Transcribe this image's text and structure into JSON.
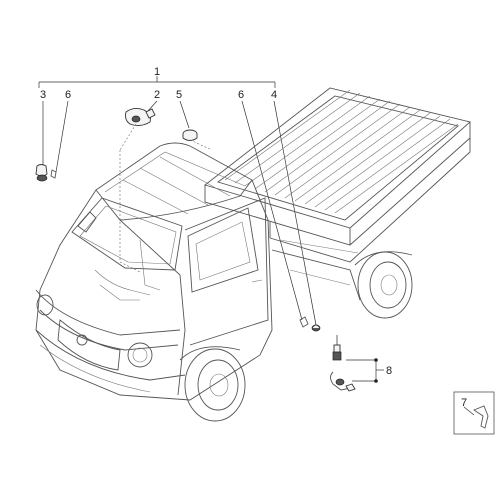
{
  "callouts": {
    "c1": "1",
    "c2": "2",
    "c3": "3",
    "c4": "4",
    "c5": "5",
    "c6a": "6",
    "c6b": "6",
    "c7": "7",
    "c8": "8"
  },
  "icons": {
    "vehicle": "pickup-truck-illustration",
    "parts": [
      "rear-view-mirror-icon",
      "bulb-socket-icon",
      "grommet-icon",
      "clip-icon",
      "sensor-icon",
      "wire-connector-icon"
    ]
  },
  "colors": {
    "line": "#555555",
    "text": "#222222",
    "background": "#ffffff"
  }
}
